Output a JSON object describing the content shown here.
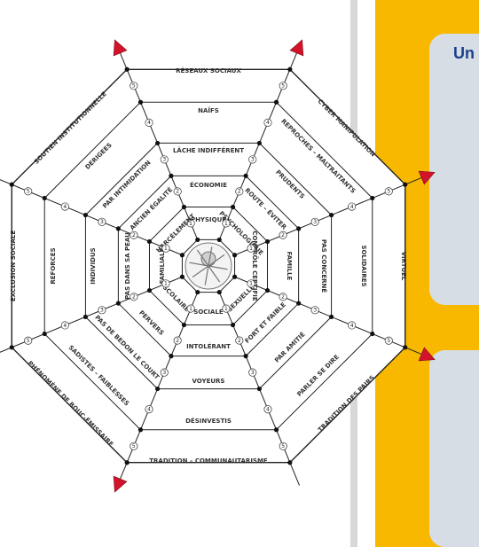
{
  "right_card": {
    "title_partial": "Un"
  },
  "web": {
    "segments": [
      {
        "ring": 5,
        "text": "RÉSEAUX SOCIAUX"
      },
      {
        "ring": 4,
        "text": "NAÏFS"
      },
      {
        "ring": 3,
        "text": "LÂCHE INDIFFÉRENT"
      },
      {
        "ring": 2,
        "text": "ÉCONOMIE"
      },
      {
        "ring": 1,
        "text": "PHYSIQUE"
      },
      {
        "ring": 5,
        "text": "CYBER MANIPULATION"
      },
      {
        "ring": 4,
        "text": "REPROCHES – MALTRAITANTS"
      },
      {
        "ring": 3,
        "text": "PRUDENTS"
      },
      {
        "ring": 2,
        "text": "ROUTE – ÉVITER"
      },
      {
        "ring": 1,
        "text": "PSYCHOLOGIQUE"
      },
      {
        "ring": 5,
        "text": "VIRTUEL"
      },
      {
        "ring": 4,
        "text": "SOLIDAIRES"
      },
      {
        "ring": 3,
        "text": "PAS CONCERNÉ"
      },
      {
        "ring": 2,
        "text": "FAMILLE"
      },
      {
        "ring": 1,
        "text": "CONTRÔLE CERTIFIÉ"
      },
      {
        "ring": 5,
        "text": "TRADITION DES PAIRS"
      },
      {
        "ring": 4,
        "text": "PARLER SE DIRE"
      },
      {
        "ring": 3,
        "text": "PAR AMITIÉ"
      },
      {
        "ring": 2,
        "text": "FORT ET FAIBLE"
      },
      {
        "ring": 1,
        "text": "SEXUELLE"
      },
      {
        "ring": 5,
        "text": "TRADITION – COMMUNAUTARISME"
      },
      {
        "ring": 4,
        "text": "DÉSINVESTIS"
      },
      {
        "ring": 3,
        "text": "VOYEURS"
      },
      {
        "ring": 2,
        "text": "INTOLÉRANT"
      },
      {
        "ring": 1,
        "text": "SOCIALE"
      },
      {
        "ring": 5,
        "text": "PHÉNOMÈNE DE BOUC-ÉMISSAIRE"
      },
      {
        "ring": 4,
        "text": "SADISTES – FAIBLESSES"
      },
      {
        "ring": 3,
        "text": "PAS DE BEDON LE COURT"
      },
      {
        "ring": 2,
        "text": "PERVERS"
      },
      {
        "ring": 1,
        "text": "SCOLAIRE"
      },
      {
        "ring": 5,
        "text": "EXCLUSION SOCIALE"
      },
      {
        "ring": 4,
        "text": "REFORCES"
      },
      {
        "ring": 3,
        "text": "INDIVIDUS"
      },
      {
        "ring": 2,
        "text": "PAS DANS SA PEAU"
      },
      {
        "ring": 1,
        "text": "FAMILIALE"
      },
      {
        "ring": 5,
        "text": "SOUTIEN INSTITUTIONNELLE"
      },
      {
        "ring": 4,
        "text": "DERIGEES"
      },
      {
        "ring": 3,
        "text": "PAR INTIMIDATION"
      },
      {
        "ring": 2,
        "text": "ANCIEN ÉGALITÉ"
      },
      {
        "ring": 1,
        "text": "HARCÈLEMENT"
      }
    ]
  },
  "colors": {
    "accent": "#f8b800",
    "arrow": "#d3132b",
    "title": "#1d3f8c"
  }
}
